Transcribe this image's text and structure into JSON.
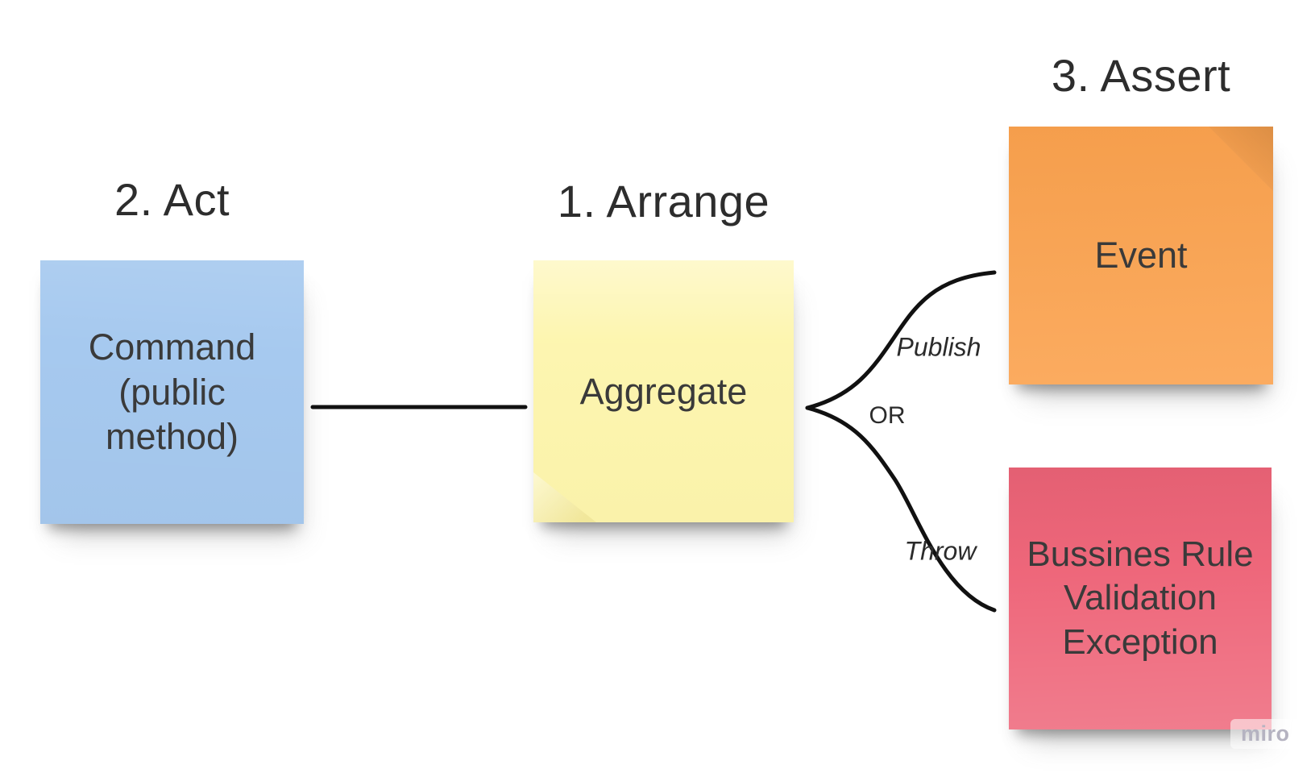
{
  "board": {
    "background": "#ffffff",
    "headings": {
      "arrange": "1. Arrange",
      "act": "2. Act",
      "assert": "3. Assert"
    },
    "notes": {
      "command": {
        "text": "Command (public method)",
        "color": "#a6c9ef"
      },
      "aggregate": {
        "text": "Aggregate",
        "color": "#fdf5ac"
      },
      "event": {
        "text": "Event",
        "color": "#fba24e"
      },
      "exception": {
        "text": "Bussines Rule Validation Exception",
        "color": "#ee6478"
      }
    },
    "connectors": {
      "stroke_color": "#111111",
      "publish": {
        "label": "Publish"
      },
      "or": {
        "label": "OR"
      },
      "throw": {
        "label": "Throw"
      }
    },
    "text_color": "#3a3a3a",
    "heading_color": "#2d2d2d"
  },
  "watermark": {
    "label": "miro",
    "text_color": "#b5b3c1"
  }
}
